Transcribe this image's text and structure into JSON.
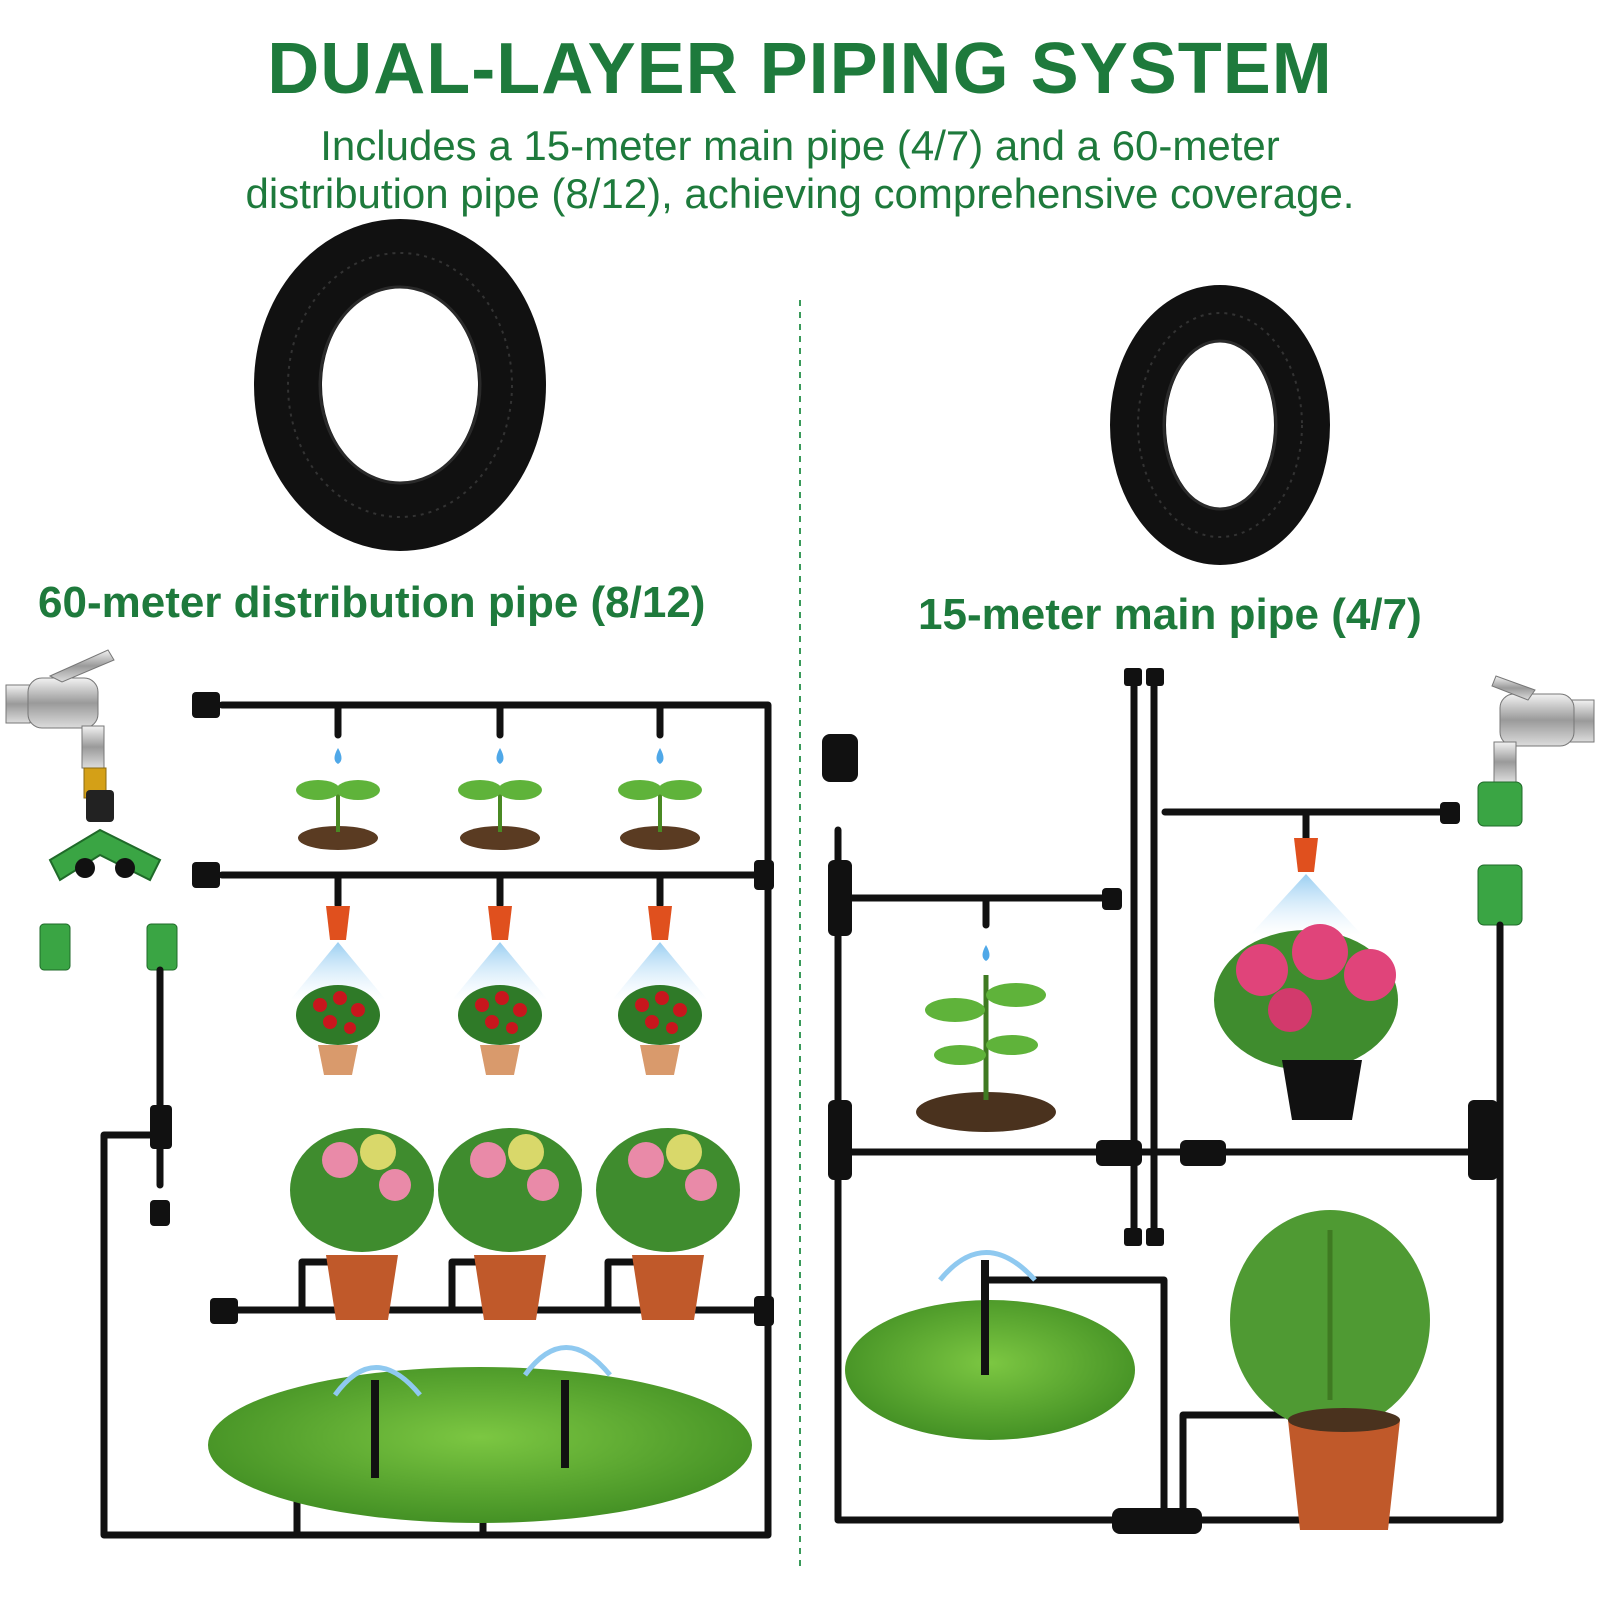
{
  "header": {
    "title": "DUAL-LAYER PIPING SYSTEM",
    "subtitle_line1": "Includes a 15-meter main pipe (4/7) and a 60-meter",
    "subtitle_line2": "distribution pipe (8/12), achieving comprehensive coverage."
  },
  "left_panel": {
    "label": "60-meter distribution pipe (8/12)"
  },
  "right_panel": {
    "label": "15-meter main pipe (4/7)"
  },
  "colors": {
    "brand_green": "#1e7a3c",
    "pipe_black": "#111111",
    "nozzle_orange": "#e0501e",
    "connector_green": "#3aa544",
    "divider_green": "#3a9a5a"
  }
}
